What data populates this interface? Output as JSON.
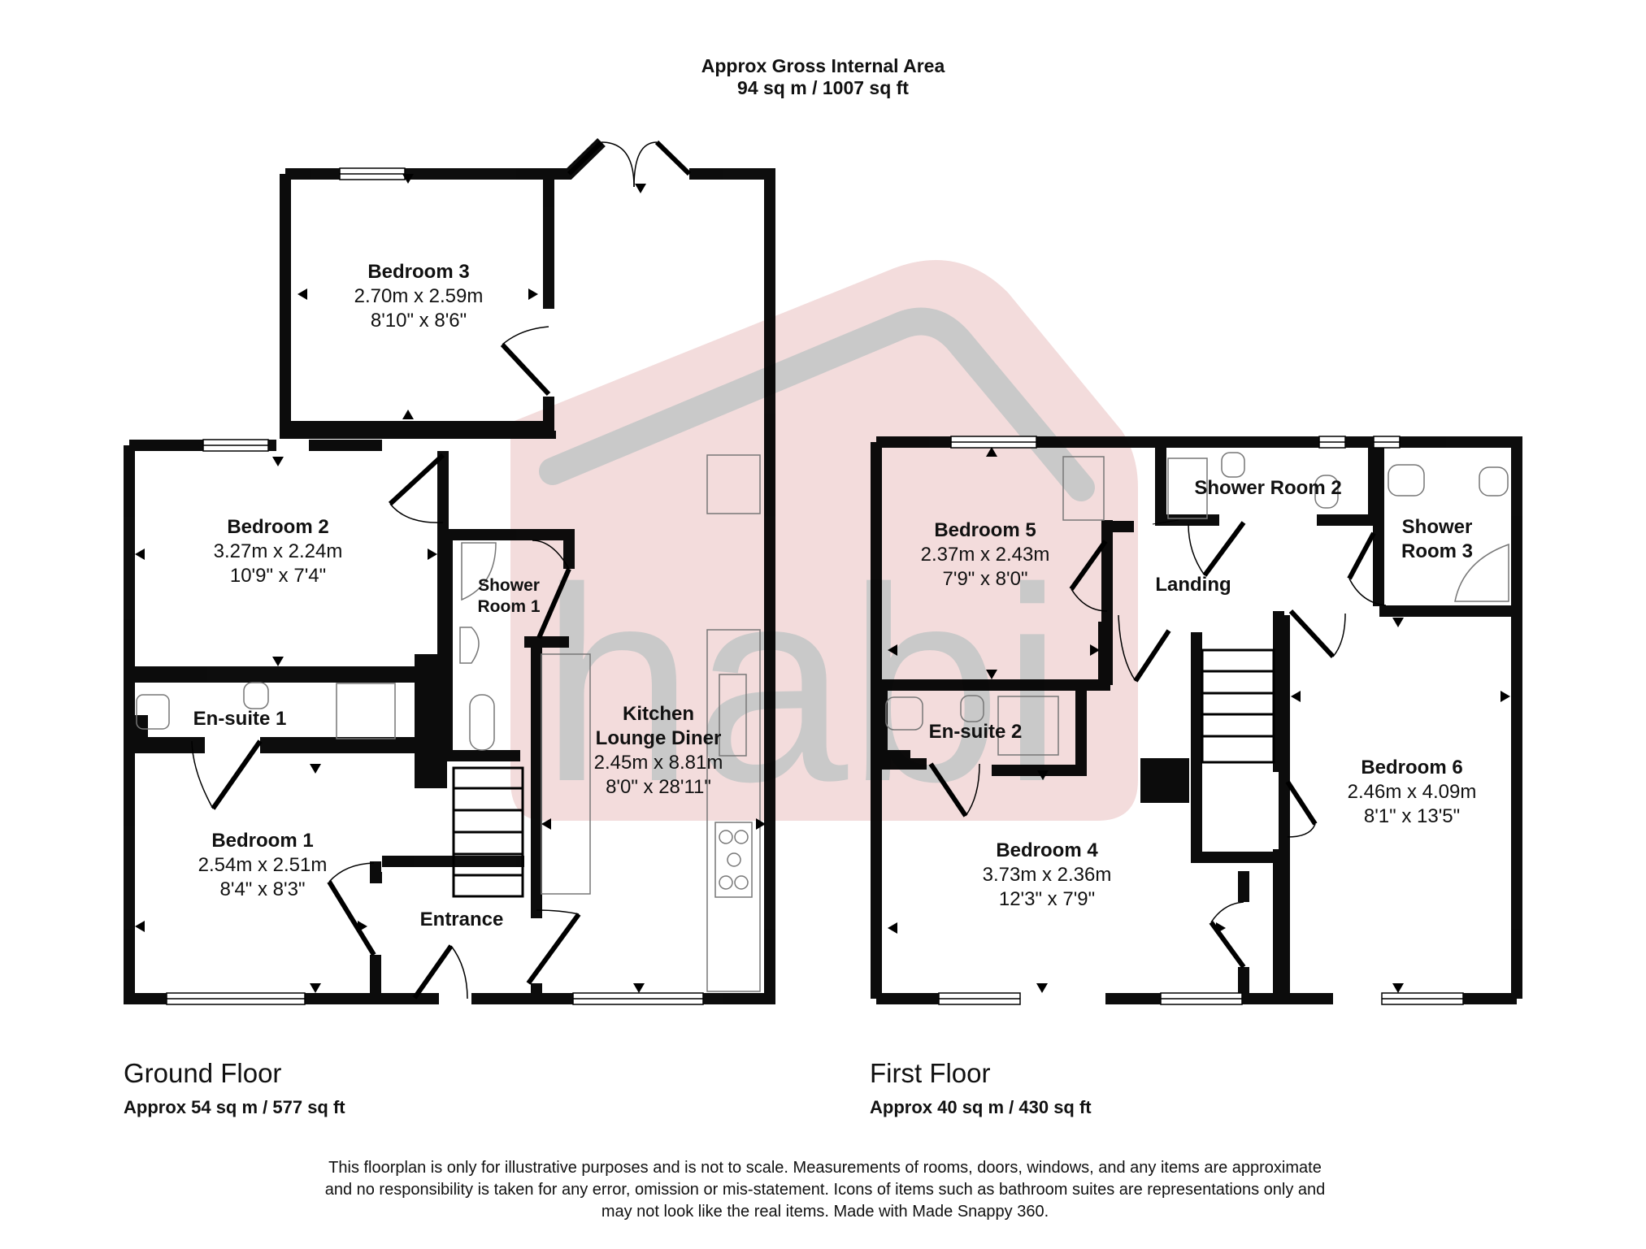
{
  "header": {
    "line1": "Approx Gross Internal Area",
    "line2": "94 sq m / 1007 sq ft"
  },
  "watermark": {
    "brand": "habi",
    "fill_color": "#f3dcdc",
    "text_color": "#c9c9c9"
  },
  "colors": {
    "wall": "#000000",
    "fixture_stroke": "#777777",
    "background": "#ffffff"
  },
  "ground_floor": {
    "title": "Ground Floor",
    "area": "Approx 54 sq m / 577 sq ft",
    "rooms": [
      {
        "name": "Bedroom 3",
        "dim_m": "2.70m x 2.59m",
        "dim_ft": "8'10\" x 8'6\""
      },
      {
        "name": "Bedroom 2",
        "dim_m": "3.27m x 2.24m",
        "dim_ft": "10'9\" x 7'4\""
      },
      {
        "name": "Shower Room 1",
        "line1": "Shower",
        "line2": "Room 1"
      },
      {
        "name": "En-suite 1"
      },
      {
        "name": "Kitchen Lounge Diner",
        "line1": "Kitchen",
        "line2": "Lounge Diner",
        "dim_m": "2.45m x 8.81m",
        "dim_ft": "8'0\" x 28'11\""
      },
      {
        "name": "Bedroom 1",
        "dim_m": "2.54m x 2.51m",
        "dim_ft": "8'4\" x 8'3\""
      },
      {
        "name": "Entrance"
      }
    ]
  },
  "first_floor": {
    "title": "First Floor",
    "area": "Approx 40 sq m / 430 sq ft",
    "rooms": [
      {
        "name": "Bedroom 5",
        "dim_m": "2.37m x 2.43m",
        "dim_ft": "7'9\" x 8'0\""
      },
      {
        "name": "Shower Room 2"
      },
      {
        "name": "Shower Room 3",
        "line1": "Shower",
        "line2": "Room 3"
      },
      {
        "name": "Landing"
      },
      {
        "name": "En-suite 2"
      },
      {
        "name": "Bedroom 4",
        "dim_m": "3.73m x 2.36m",
        "dim_ft": "12'3\" x 7'9\""
      },
      {
        "name": "Bedroom 6",
        "dim_m": "2.46m x 4.09m",
        "dim_ft": "8'1\" x 13'5\""
      }
    ]
  },
  "disclaimer": {
    "line1": "This floorplan is only for illustrative purposes and is not to scale. Measurements of rooms, doors, windows, and any items are approximate",
    "line2": "and no responsibility is taken for any error, omission or mis-statement. Icons of items such as bathroom suites are representations only and",
    "line3": "may not look like the real items. Made with Made Snappy 360."
  }
}
